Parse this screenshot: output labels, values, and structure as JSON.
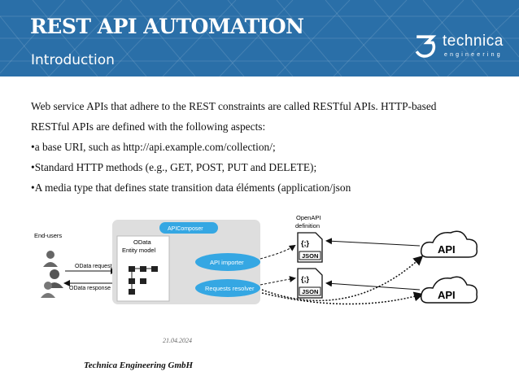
{
  "header": {
    "title": "REST API AUTOMATION",
    "subtitle": "Introduction",
    "logo_text": "technica",
    "logo_subtext": "engineering",
    "background_color": "#2a6fa8"
  },
  "body": {
    "lines": [
      "Web service APIs that adhere to the REST constraints are called RESTful APIs. HTTP-based",
      "RESTful APIs are defined with the following aspects:",
      "•a base URI, such as http://api.example.com/collection/;",
      "•Standard HTTP methods (e.g., GET, POST, PUT and DELETE);",
      "•A media type that defines state transition data éléments (application/json"
    ]
  },
  "diagram": {
    "end_users_label": "End-users",
    "odata_request": "OData request",
    "odata_response": "OData response",
    "apicomposer_label": "APIComposer",
    "odata_model_line1": "OData",
    "odata_model_line2": "Entity model",
    "api_importer": "API importer",
    "requests_resolver": "Requests resolver",
    "openapi_line1": "OpenAPI",
    "openapi_line2": "definition",
    "json_label_1": "JSON",
    "json_label_2": "JSON",
    "json_glyph": "{;}",
    "api_cloud_1": "API",
    "api_cloud_2": "API",
    "accent_color": "#35a7e3"
  },
  "footer": {
    "date": "21.04.2024",
    "company": "Technica Engineering GmbH"
  }
}
